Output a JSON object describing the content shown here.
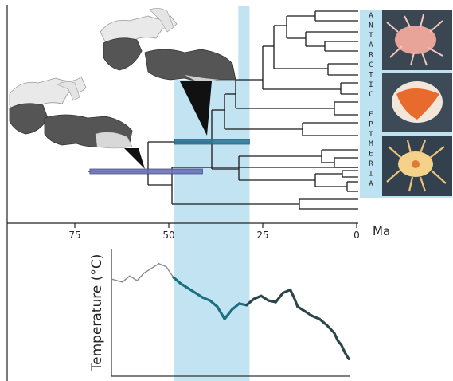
{
  "figure": {
    "axis_unit": "Ma",
    "ticks": [
      "75",
      "50",
      "25",
      "0"
    ],
    "temperature_label": "Temperature (°C)",
    "clade_label_letters": [
      "A",
      "N",
      "T",
      "A",
      "R",
      "C",
      "T",
      "I",
      "C",
      "",
      "E",
      "P",
      "I",
      "M",
      "E",
      "R",
      "I",
      "A"
    ],
    "colors": {
      "highlight": "#bfe3f1",
      "side_panel": "#bde3f2",
      "tree": "#1a1a1a",
      "teal_node": "#2f7a9a",
      "purple_node": "#6b72b8",
      "temp_early": "#8a8a8a",
      "temp_mid": "#1c6f80",
      "temp_late": "#2b4548"
    },
    "icons": [
      "continent-map-icon",
      "continent-map-icon",
      "amphipod-photo",
      "amphipod-photo",
      "amphipod-photo"
    ]
  },
  "chart_data": {
    "type": "line",
    "xlabel": "",
    "x_unit": "Ma",
    "ylabel": "Temperature (°C)",
    "xlim": [
      95,
      0
    ],
    "x_ticks": [
      75,
      50,
      25,
      0
    ],
    "highlight_bands_ma": [
      [
        48.5,
        28.5
      ],
      [
        31.5,
        28.5
      ]
    ],
    "node_bars_ma": [
      {
        "node": "crown",
        "center": 56,
        "min": 71,
        "max": 41
      },
      {
        "node": "antarctic",
        "center": 38.5,
        "min": 48.5,
        "max": 28.5
      }
    ],
    "series": [
      {
        "x": [
          65,
          62,
          60,
          58,
          56,
          54,
          52,
          50,
          48,
          46,
          44,
          42,
          40,
          38,
          36,
          34,
          33,
          32,
          30,
          28,
          26,
          24,
          22,
          20,
          18,
          16,
          15,
          14,
          12,
          10,
          8,
          6,
          4,
          3,
          2,
          1,
          0
        ],
        "values": [
          6.2,
          6.0,
          6.4,
          6.1,
          6.6,
          6.9,
          7.2,
          7.0,
          6.3,
          5.9,
          5.6,
          5.3,
          5.0,
          4.8,
          4.4,
          3.6,
          3.9,
          4.2,
          4.6,
          4.5,
          4.9,
          5.1,
          4.8,
          4.7,
          5.3,
          5.5,
          5.0,
          4.4,
          4.1,
          3.8,
          3.6,
          3.2,
          2.7,
          2.2,
          1.9,
          1.4,
          1.0
        ]
      }
    ]
  }
}
